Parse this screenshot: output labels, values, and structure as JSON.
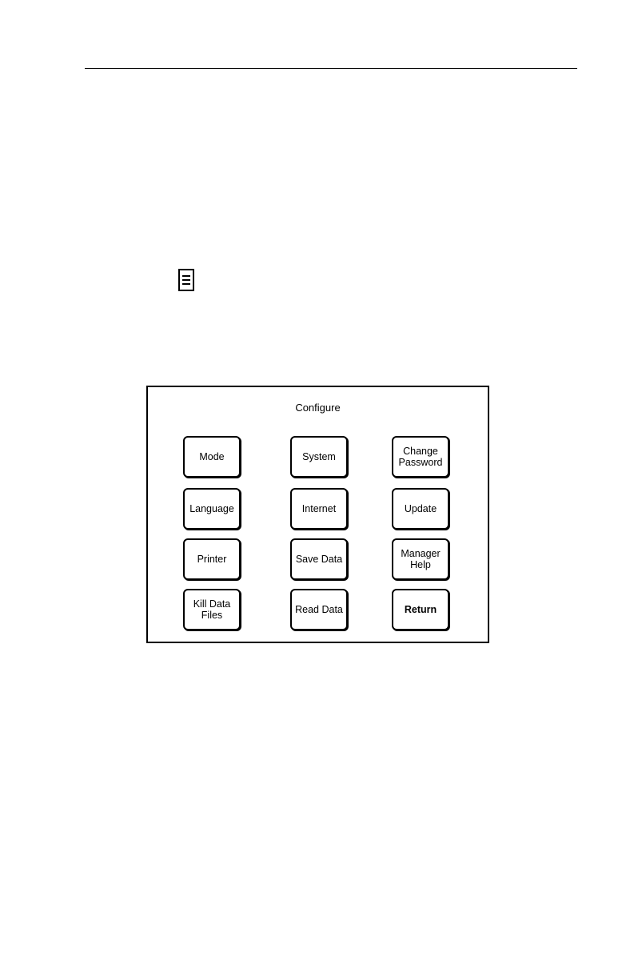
{
  "dialog": {
    "title": "Configure",
    "buttons": {
      "mode": "Mode",
      "system": "System",
      "change_password": "Change\nPassword",
      "language": "Language",
      "internet": "Internet",
      "update": "Update",
      "printer": "Printer",
      "save_data": "Save Data",
      "manager_help": "Manager\nHelp",
      "kill_data_files": "Kill Data\nFiles",
      "read_data": "Read Data",
      "return": "Return"
    }
  },
  "icons": {
    "menu": "menu-icon"
  }
}
